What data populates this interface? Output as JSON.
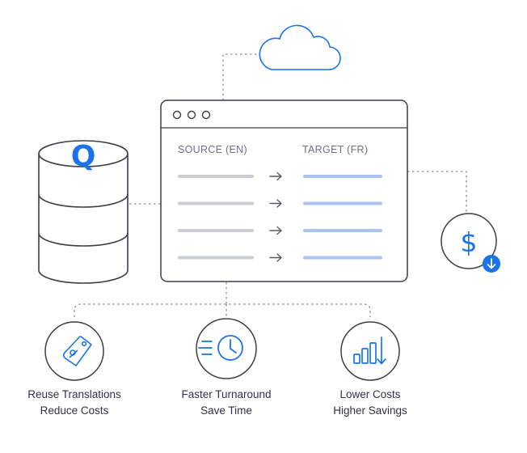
{
  "window": {
    "source_header": "SOURCE (EN)",
    "target_header": "TARGET (FR)",
    "row_count": 4
  },
  "database": {
    "logo_letter": "Q"
  },
  "cost_badge": {
    "symbol": "$"
  },
  "benefits": [
    {
      "icon": "price-tag-icon",
      "line1": "Reuse Translations",
      "line2": "Reduce Costs"
    },
    {
      "icon": "clock-icon",
      "line1": "Faster Turnaround",
      "line2": "Save Time"
    },
    {
      "icon": "chart-down-icon",
      "line1": "Lower Costs",
      "line2": "Higher Savings"
    }
  ],
  "colors": {
    "stroke": "#3a3f4a",
    "accent": "#1a73e8",
    "light_blue": "#a9c4f3",
    "gray_line": "#c9ccd3",
    "dotted": "#8a8f99"
  }
}
